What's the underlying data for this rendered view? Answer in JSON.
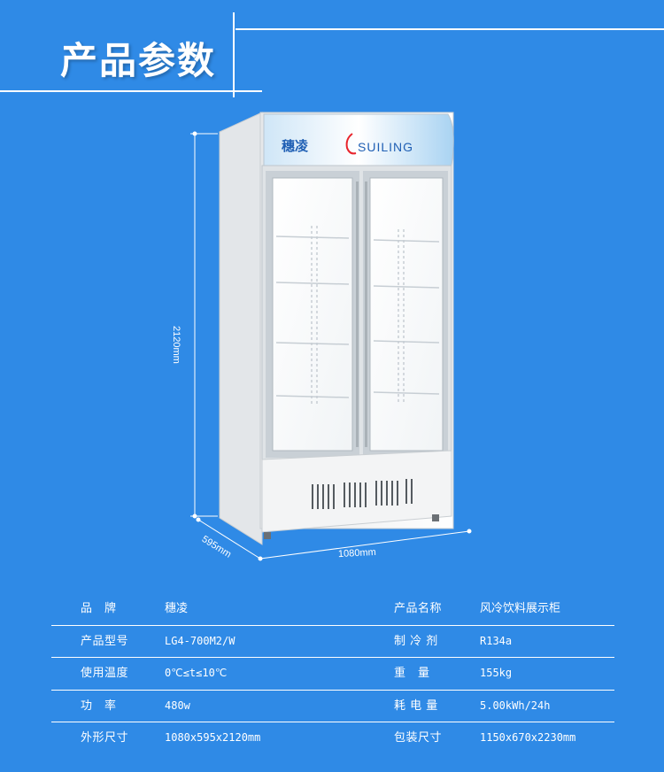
{
  "header": {
    "title": "产品参数"
  },
  "product": {
    "brand_logo_cn": "穗凌",
    "brand_logo_en": "SUILING",
    "dimensions": {
      "height": "2120mm",
      "width": "1080mm",
      "depth": "595mm"
    }
  },
  "specs": [
    {
      "left_key": "品　牌",
      "left_value": "穗凌",
      "right_key": "产品名称",
      "right_value": "风冷饮料展示柜"
    },
    {
      "left_key": "产品型号",
      "left_value": "LG4-700M2/W",
      "right_key": "制 冷 剂",
      "right_value": "R134a"
    },
    {
      "left_key": "使用温度",
      "left_value": "0℃≤t≤10℃",
      "right_key": "重　量",
      "right_value": "155kg"
    },
    {
      "left_key": "功　率",
      "left_value": "480w",
      "right_key": "耗 电 量",
      "right_value": "5.00kWh/24h"
    },
    {
      "left_key": "外形尺寸",
      "left_value": "1080x595x2120mm",
      "right_key": "包装尺寸",
      "right_value": "1150x670x2230mm"
    }
  ],
  "colors": {
    "background": "#2f8ae6",
    "line": "#ffffff",
    "logo_red": "#e8242c",
    "logo_blue": "#1f5fb4"
  }
}
